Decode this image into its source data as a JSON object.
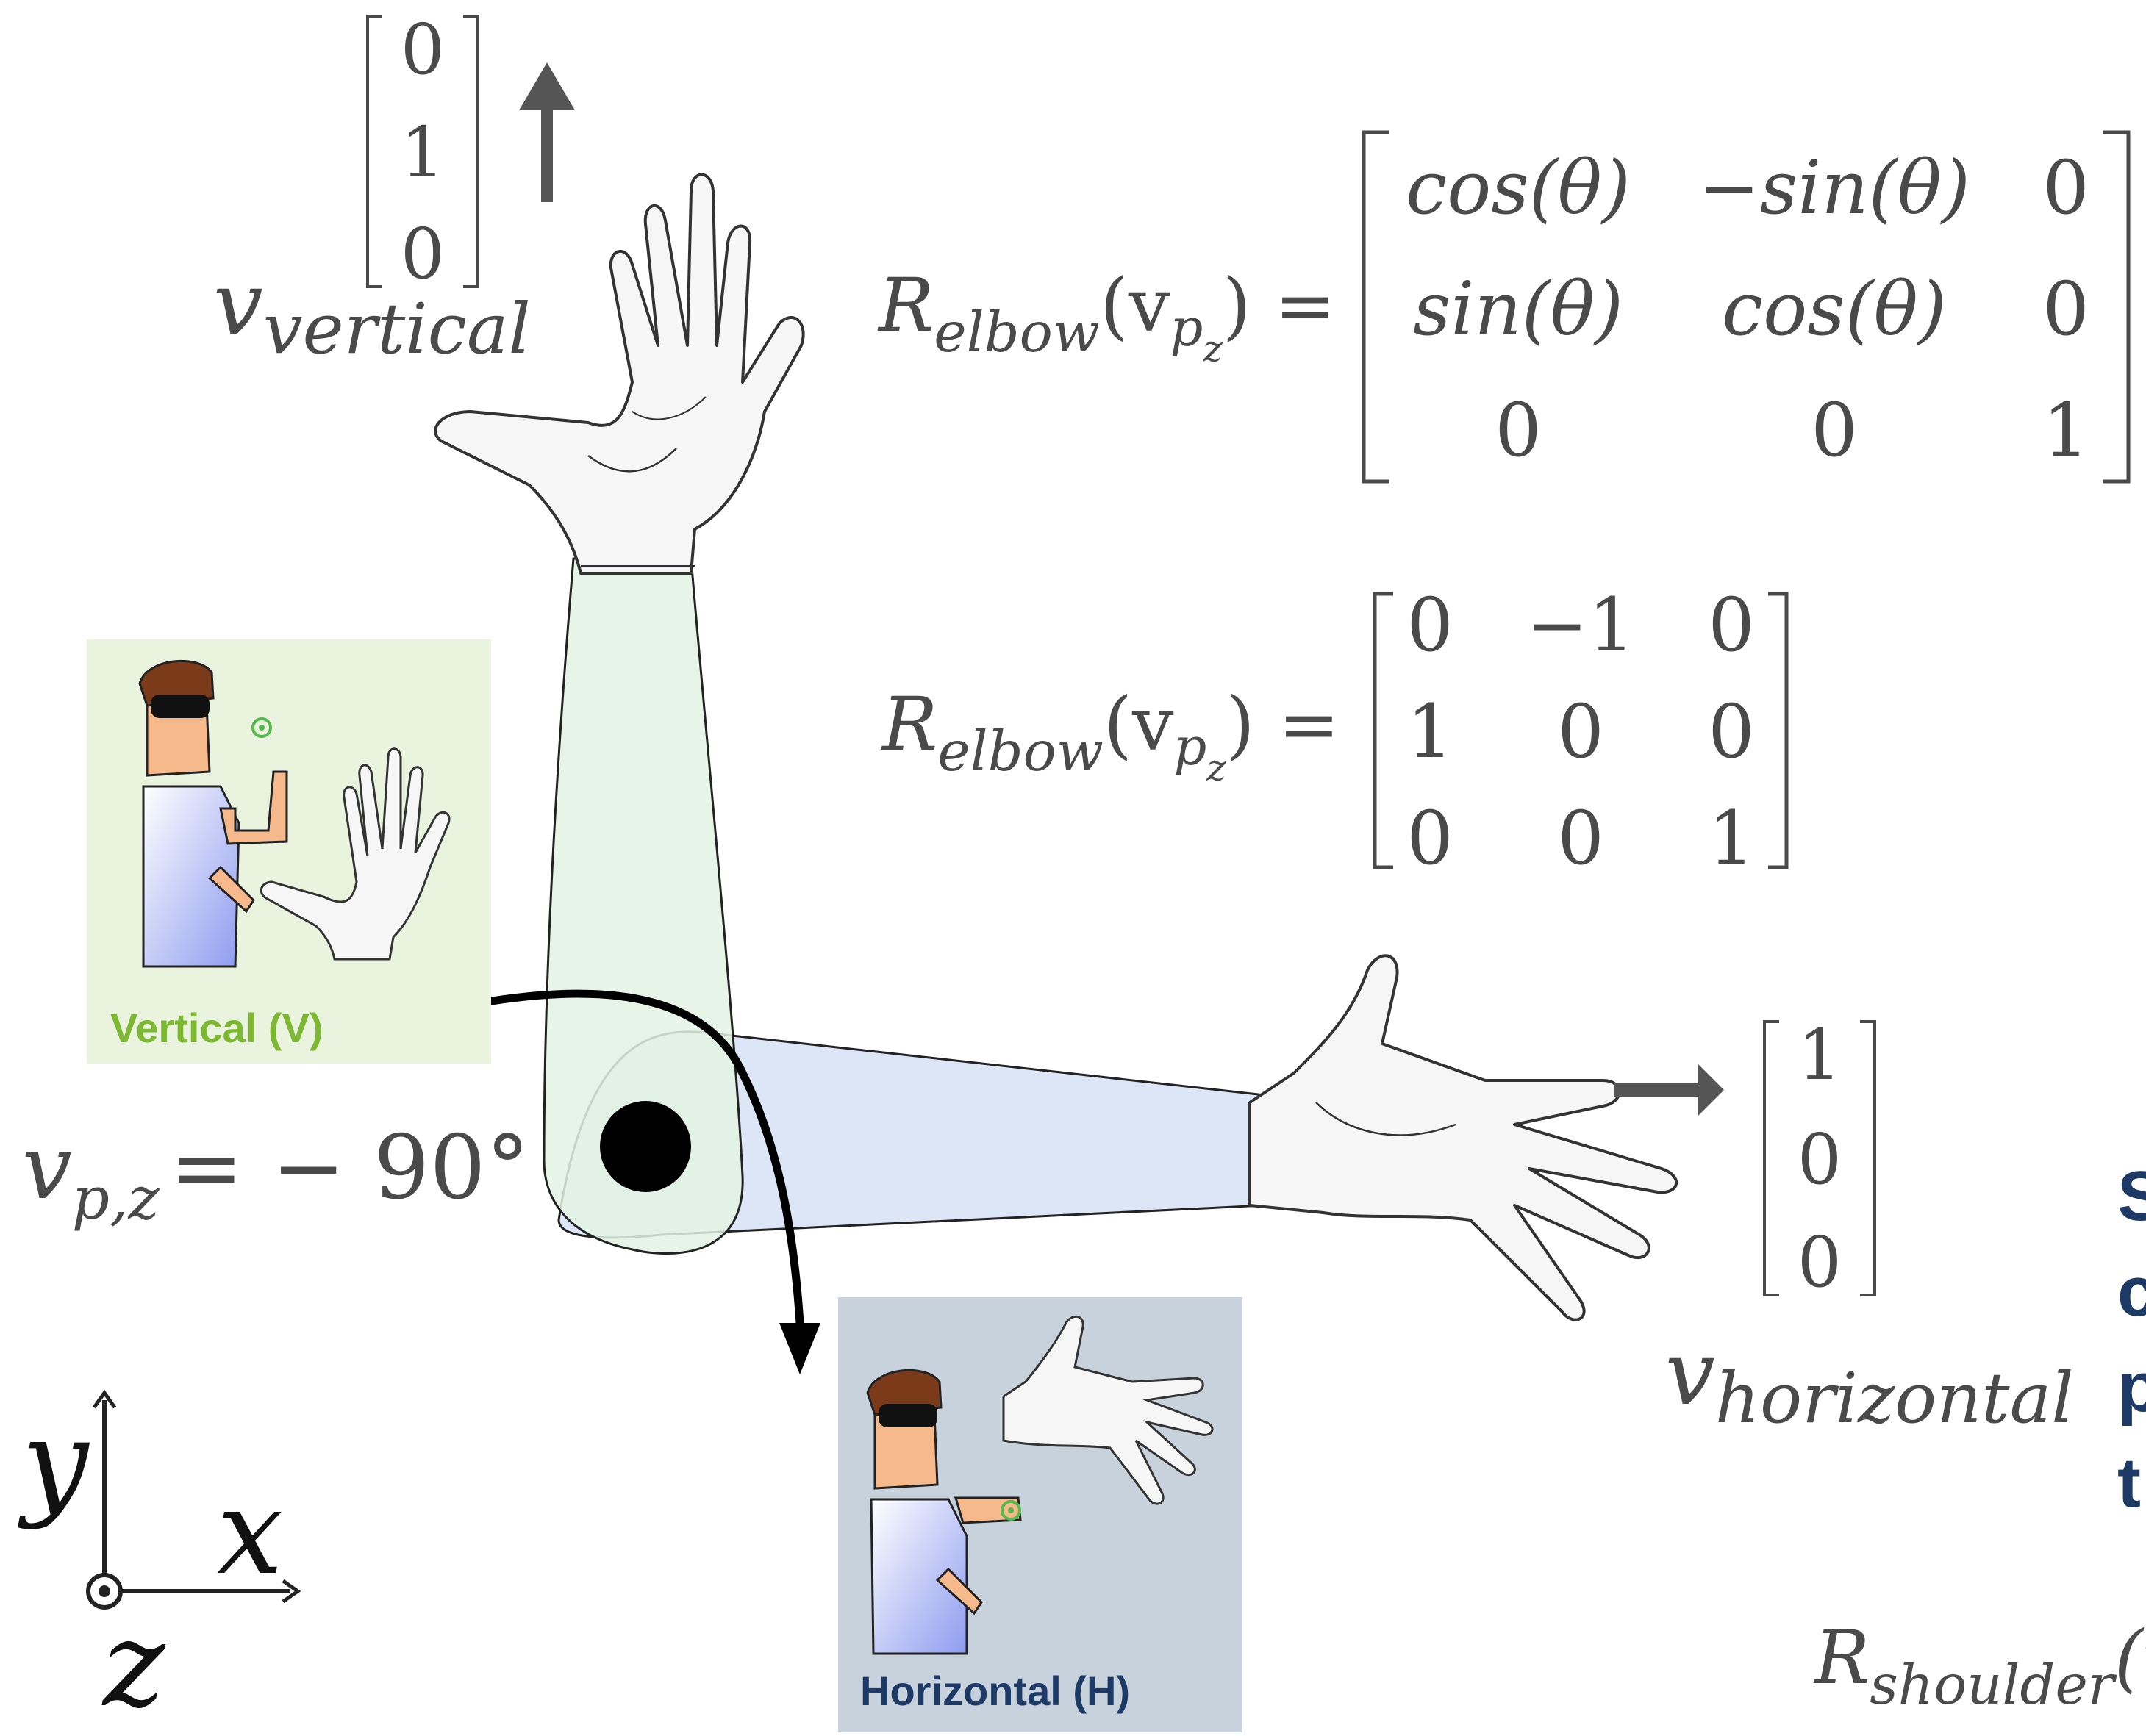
{
  "vertical_vector": {
    "entries": [
      "0",
      "1",
      "0"
    ],
    "label_base": "v",
    "label_sub": "vertical"
  },
  "horizontal_vector": {
    "entries": [
      "1",
      "0",
      "0"
    ],
    "label_base": "v",
    "label_sub": "horizontal"
  },
  "equation_general": {
    "lhs_R": "R",
    "lhs_sub": "elbow",
    "lhs_open": "(v",
    "lhs_p": "p",
    "lhs_z": "z",
    "lhs_close": ") =",
    "row1": [
      "cos(θ)",
      "−sin(θ)",
      "0"
    ],
    "row2": [
      "sin(θ)",
      "cos(θ)",
      "0"
    ],
    "row3": [
      "0",
      "0",
      "1"
    ]
  },
  "equation_specific": {
    "lhs_R": "R",
    "lhs_sub": "elbow",
    "lhs_open": "(v",
    "lhs_p": "p",
    "lhs_z": "z",
    "lhs_close": ") =",
    "row1": [
      "0",
      "−1",
      "0"
    ],
    "row2": [
      "1",
      "0",
      "0"
    ],
    "row3": [
      "0",
      "0",
      "1"
    ]
  },
  "rotation_angle": {
    "base": "v",
    "sub": "p,z",
    "rhs": "= − 90°"
  },
  "panels": {
    "vertical": {
      "label": "Vertical (V)",
      "bg": "#e9f3de",
      "text_color": "#7cb832"
    },
    "horizontal": {
      "label": "Horizontal (H)",
      "bg": "#c7d2dd",
      "text_color": "#1d3a66"
    }
  },
  "axes": {
    "y": "y",
    "x": "x",
    "z": "z"
  },
  "cut_off_text": {
    "side_lines": [
      "S",
      "c",
      "p",
      "t"
    ],
    "shoulder_R": "R",
    "shoulder_sub": "shoulder",
    "shoulder_tail": "(v"
  },
  "colors": {
    "equation_text": "#4a4a4a",
    "side_text": "#1d3a66",
    "arrow": "#555555",
    "forearm_vertical": "#e3f3e4",
    "forearm_horizontal": "#dde6f7"
  }
}
